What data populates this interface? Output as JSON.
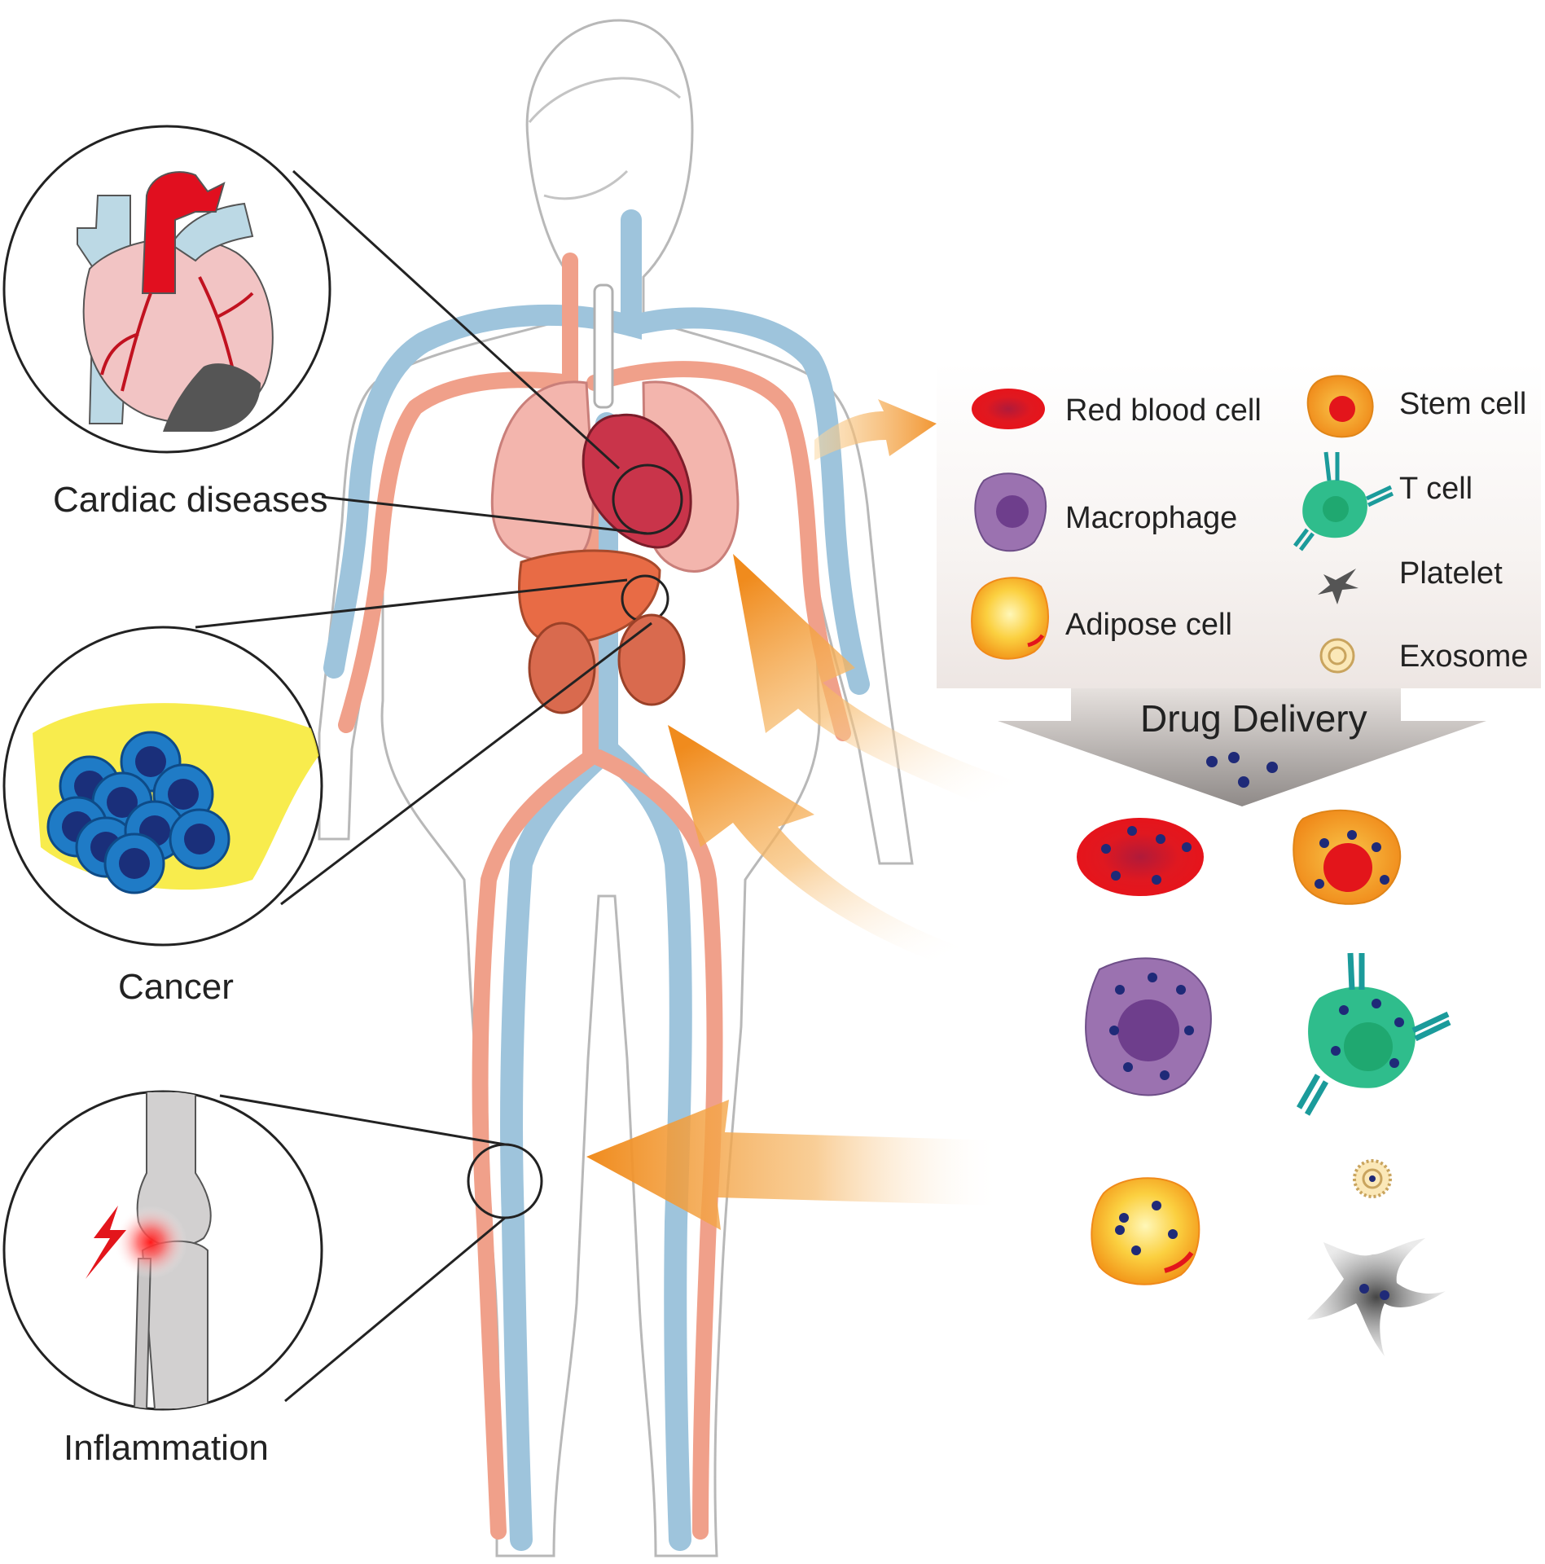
{
  "diseases": {
    "cardiac": "Cardiac diseases",
    "cancer": "Cancer",
    "inflammation": "Inflammation"
  },
  "legend": {
    "red_blood_cell": "Red blood cell",
    "macrophage": "Macrophage",
    "adipose_cell": "Adipose cell",
    "stem_cell": "Stem cell",
    "t_cell": "T cell",
    "platelet": "Platelet",
    "exosome": "Exosome"
  },
  "drug_delivery": "Drug Delivery",
  "colors": {
    "artery": "#f0a08a",
    "vein": "#9ec4dc",
    "arrow": "#f29a2e",
    "rbc": "#e2141b",
    "macrophage": "#9b72b0",
    "adipose": "#f7c23c",
    "stem": "#f39a1c",
    "tcell": "#2fbd8c",
    "platelet": "#555555",
    "drug": "#1f2a78"
  }
}
